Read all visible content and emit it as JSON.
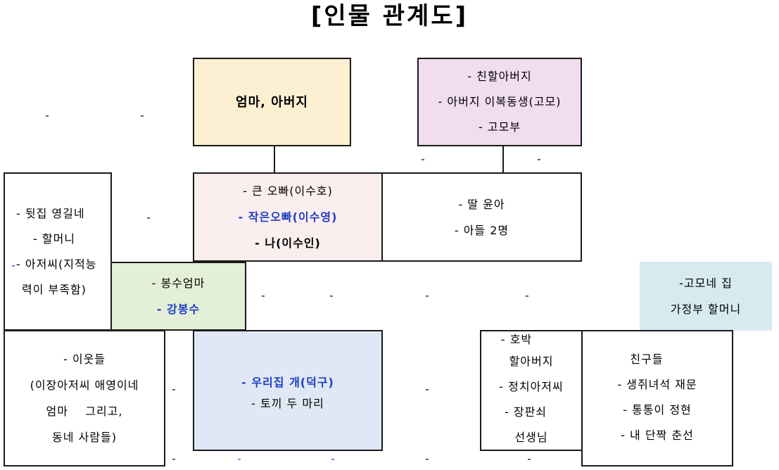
{
  "title": "[인물 관계도]",
  "boxes": {
    "parents": {
      "lines": [
        "엄마, 아버지"
      ],
      "color": "#fcefd2"
    },
    "grandfather": {
      "lines": [
        "- 친할아버지",
        "- 아버지 이복동생(고모)",
        "- 고모부"
      ],
      "color": "#f2dcef"
    },
    "neighbor_back": {
      "lines": [
        "- 뒷집 영길네",
        "- 할머니",
        "- 아저씨(지적능",
        "력이 부족함)"
      ],
      "color": "#ffffff"
    },
    "siblings": {
      "lines": [
        "- 큰 오빠(이수호)",
        "- 작은오빠(이수영)",
        "- 나(이수인)"
      ],
      "color": "#fbeeee"
    },
    "cousins": {
      "lines": [
        "- 딸 윤아",
        "- 아들 2명"
      ],
      "color": "#ffffff"
    },
    "bongsu": {
      "lines": [
        "- 봉수엄마",
        "- 강봉수"
      ],
      "color": "#e4efd8"
    },
    "gomo_house": {
      "lines": [
        "-고모네 집",
        "가정부 할머니"
      ],
      "color": "#d7eaf0"
    },
    "neighbors": {
      "lines": [
        "- 이웃들",
        "(이장아저씨 애영이네",
        "엄마    그리고,",
        "동네 사람들)"
      ],
      "color": "#ffffff"
    },
    "dog": {
      "lines": [
        "- 우리집 개(덕구)",
        "- 토끼 두 마리"
      ],
      "color": "#dfe8f4"
    },
    "elders": {
      "lines": [
        "- 호박",
        "할아버지",
        "- 정치아저씨",
        "- 장판쇠",
        "선생님"
      ],
      "color": "#ffffff"
    },
    "friends": {
      "lines": [
        "친구들",
        "- 생쥐녀석 재문",
        "- 통통이 정현",
        "- 내 단짝 춘선"
      ],
      "color": "#ffffff"
    }
  },
  "markers": [
    "-",
    "-",
    "-",
    "-",
    "-",
    "-",
    "-",
    "-",
    "-",
    "-",
    "-",
    "-",
    "-",
    "-",
    "-",
    "-",
    "-",
    "-",
    "-",
    "-"
  ]
}
